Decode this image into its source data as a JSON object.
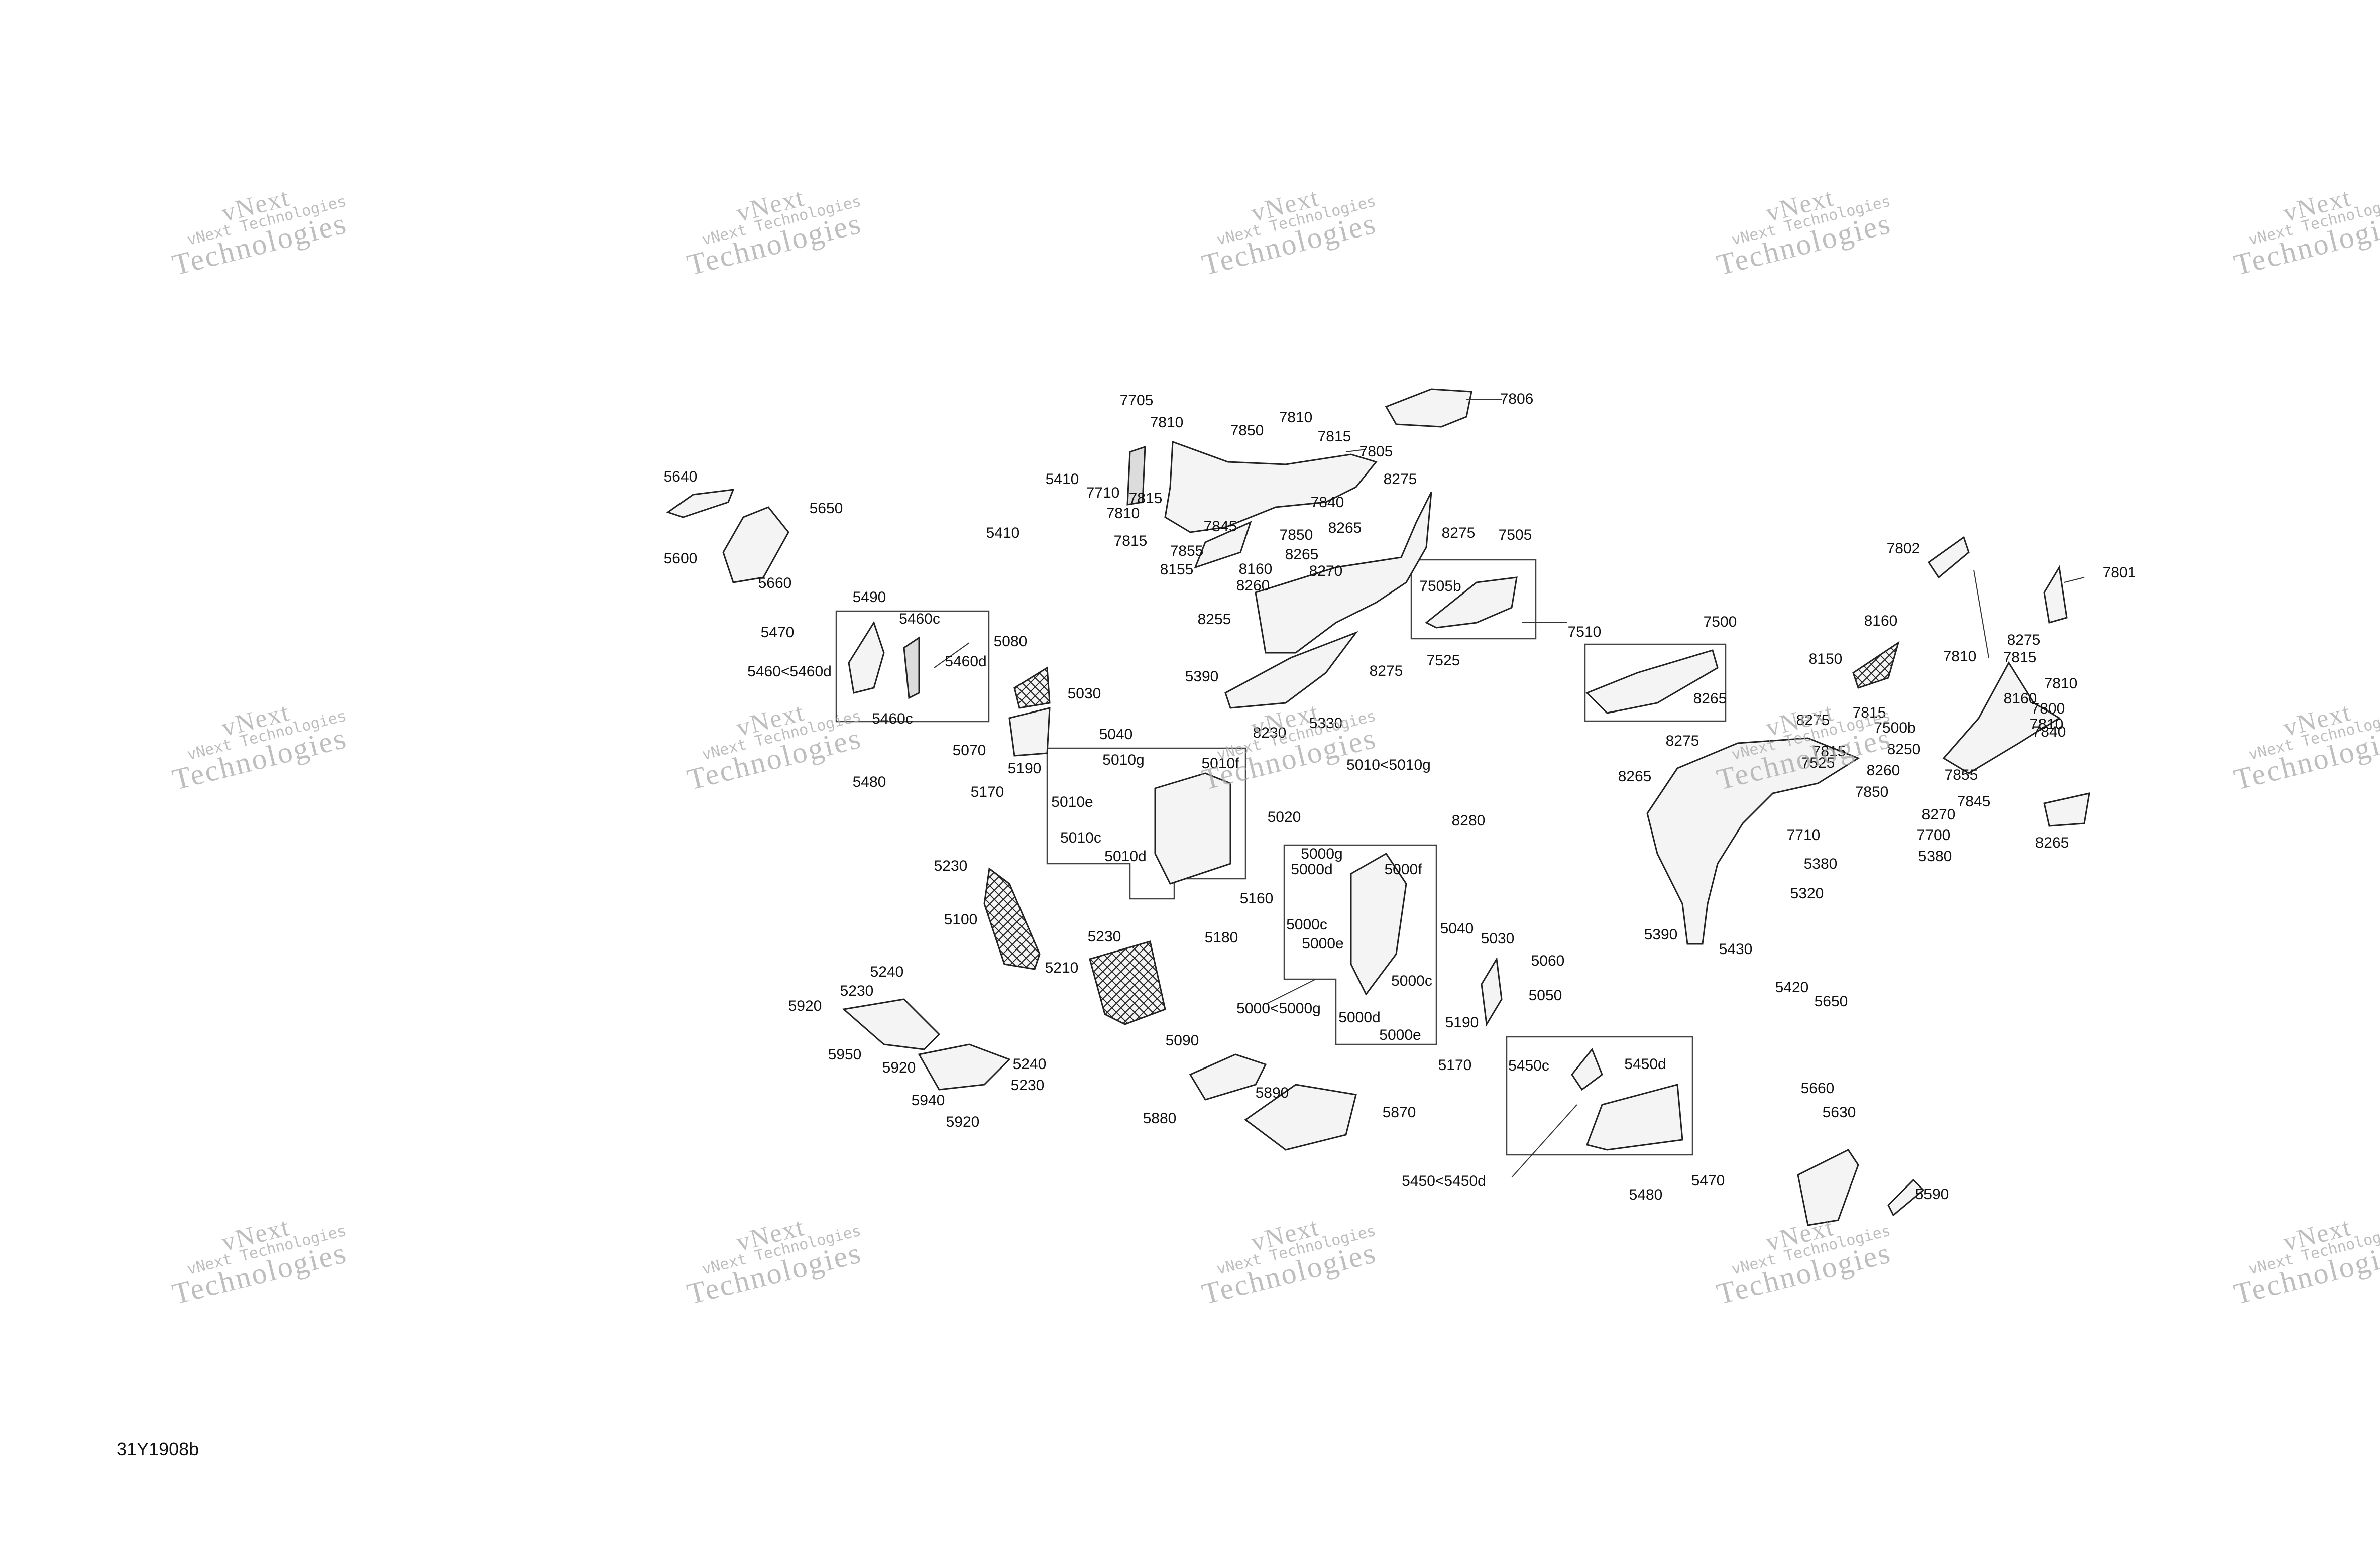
{
  "document_code": "31Y1908b",
  "watermark": {
    "line1": "vNext",
    "line2": "vNext Technologies",
    "line3": "Technologies"
  },
  "callouts": [
    "7705",
    "7810",
    "7810",
    "7850",
    "7815",
    "7806",
    "7805",
    "5410",
    "7710",
    "7815",
    "7810",
    "8275",
    "7840",
    "5640",
    "5650",
    "5410",
    "7815",
    "7845",
    "7850",
    "8265",
    "8275",
    "7505",
    "5600",
    "5660",
    "7855",
    "8155",
    "8160",
    "8265",
    "8270",
    "7505b",
    "8260",
    "5490",
    "5470",
    "5460c",
    "8255",
    "7510",
    "7500",
    "5460<5460d",
    "5460d",
    "5080",
    "7525",
    "8275",
    "5390",
    "5460c",
    "5030",
    "5330",
    "5040",
    "5070",
    "8230",
    "5010g",
    "5010f",
    "5010<5010g",
    "5480",
    "5190",
    "5170",
    "5010e",
    "5010c",
    "5020",
    "5010d",
    "8280",
    "5000g",
    "5000d",
    "5000f",
    "5230",
    "5100",
    "5160",
    "5000c",
    "5040",
    "5180",
    "5030",
    "5000e",
    "5060",
    "5230",
    "5210",
    "5000c",
    "5050",
    "5240",
    "5230",
    "5000<5000g",
    "5000d",
    "5920",
    "5090",
    "5000e",
    "5190",
    "5950",
    "5240",
    "5920",
    "5230",
    "5170",
    "5450c",
    "5450d",
    "5940",
    "5890",
    "5920",
    "5870",
    "5880",
    "5470",
    "5450<5450d",
    "5480",
    "7802",
    "7801",
    "8160",
    "8275",
    "7815",
    "8150",
    "7810",
    "7810",
    "7815",
    "8160",
    "7800",
    "8275",
    "7810",
    "7500b",
    "7840",
    "8265",
    "8250",
    "7815",
    "8275",
    "7525",
    "8260",
    "8265",
    "7850",
    "7855",
    "7845",
    "8270",
    "7700",
    "7710",
    "8265",
    "5380",
    "5380",
    "5320",
    "5390",
    "5430",
    "5420",
    "5650",
    "5660",
    "5630",
    "5590"
  ]
}
